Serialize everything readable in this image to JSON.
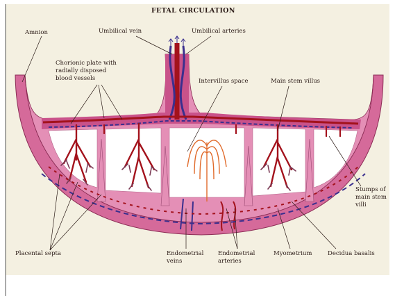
{
  "title": "FETAL CIRCULATION",
  "labels": {
    "amnion": "Amnion",
    "umbilical_vein": "Umbilical vein",
    "umbilical_arteries": "Umbilical arteries",
    "chorionic_plate_1": "Chorionic plate with",
    "chorionic_plate_2": "radially disposed",
    "chorionic_plate_3": "blood vessels",
    "intervillous_space": "Intervillus space",
    "main_stem_villus": "Main stem villus",
    "stumps_1": "Stumps of",
    "stumps_2": "main stem",
    "stumps_3": "villi",
    "placental_septa": "Placental septa",
    "endometrial_veins_1": "Endometrial",
    "endometrial_veins_2": "veins",
    "endometrial_arteries_1": "Endometrial",
    "endometrial_arteries_2": "arteries",
    "myometrium": "Myometrium",
    "decidua_basalis": "Decidua basalis"
  },
  "colors": {
    "background_paper": "#f4f0e1",
    "tissue_pink": "#d56a9a",
    "tissue_light": "#e48fb6",
    "artery_red": "#a3121c",
    "vein_blue": "#3a2f8e",
    "intervillous_white": "#ffffff",
    "spiral_orange": "#e06a2a"
  }
}
